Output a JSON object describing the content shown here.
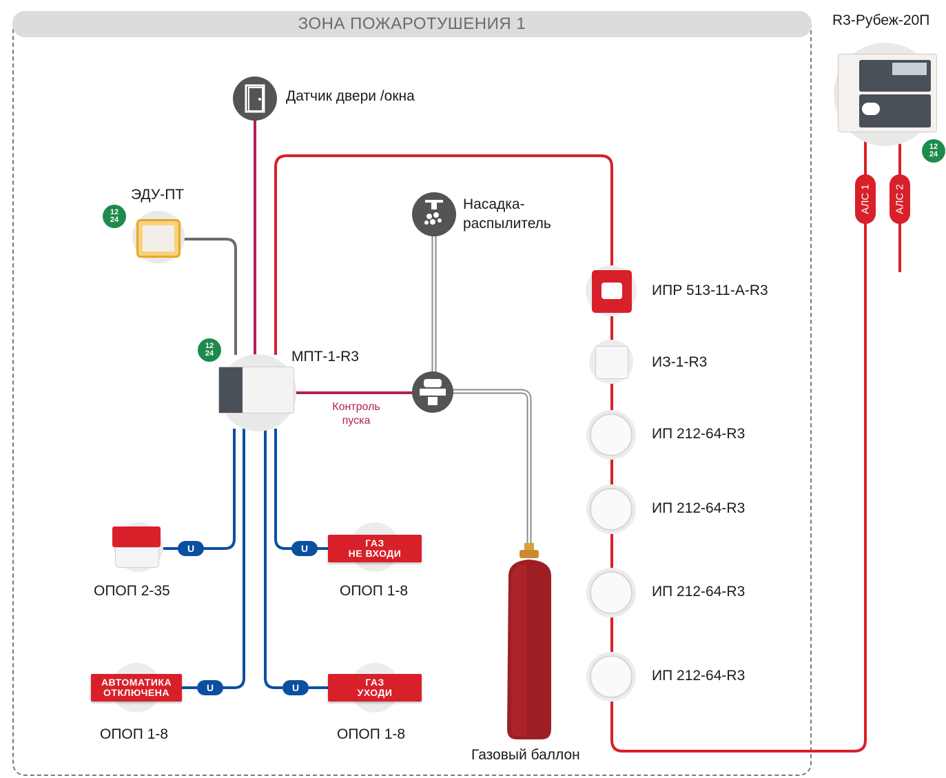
{
  "zone": {
    "title": "ЗОНА ПОЖАРОТУШЕНИЯ 1"
  },
  "panel": {
    "name": "R3-Рубеж-20П",
    "power": [
      "12",
      "24"
    ]
  },
  "alc": [
    {
      "label": "АЛС 1"
    },
    {
      "label": "АЛС 2"
    }
  ],
  "door_sensor": {
    "label": "Датчик двери /окна"
  },
  "nozzle": {
    "label_line1": "Насадка-",
    "label_line2": "распылитель"
  },
  "edu": {
    "label": "ЭДУ-ПТ",
    "power": [
      "12",
      "24"
    ]
  },
  "mpt": {
    "label": "МПТ-1-R3",
    "power": [
      "12",
      "24"
    ]
  },
  "launch_control": {
    "line1": "Контроль",
    "line2": "пуска"
  },
  "cylinder": {
    "label": "Газовый баллон"
  },
  "loop_devices": [
    {
      "label": "ИПР 513-11-А-R3",
      "icon": "manual-call-point-icon"
    },
    {
      "label": "ИЗ-1-R3",
      "icon": "isolator-icon"
    },
    {
      "label": "ИП 212-64-R3",
      "icon": "smoke-detector-icon"
    },
    {
      "label": "ИП 212-64-R3",
      "icon": "smoke-detector-icon"
    },
    {
      "label": "ИП 212-64-R3",
      "icon": "smoke-detector-icon"
    },
    {
      "label": "ИП 212-64-R3",
      "icon": "smoke-detector-icon"
    }
  ],
  "alarms": [
    {
      "label": "ОПОП 2-35",
      "sign": []
    },
    {
      "label": "ОПОП 1-8",
      "sign": [
        "ГАЗ",
        "НЕ ВХОДИ"
      ]
    },
    {
      "label": "ОПОП 1-8",
      "sign": [
        "АВТОМАТИКА",
        "ОТКЛЮЧЕНА"
      ]
    },
    {
      "label": "ОПОП 1-8",
      "sign": [
        "ГАЗ",
        "УХОДИ"
      ]
    }
  ],
  "u_label": "U",
  "colors": {
    "loop_red": "#d8202a",
    "control_magenta": "#b01f5a",
    "power_blue": "#0b4fa0",
    "gray_wire": "#6b6b6b",
    "badge_green": "#1e8a4c"
  }
}
